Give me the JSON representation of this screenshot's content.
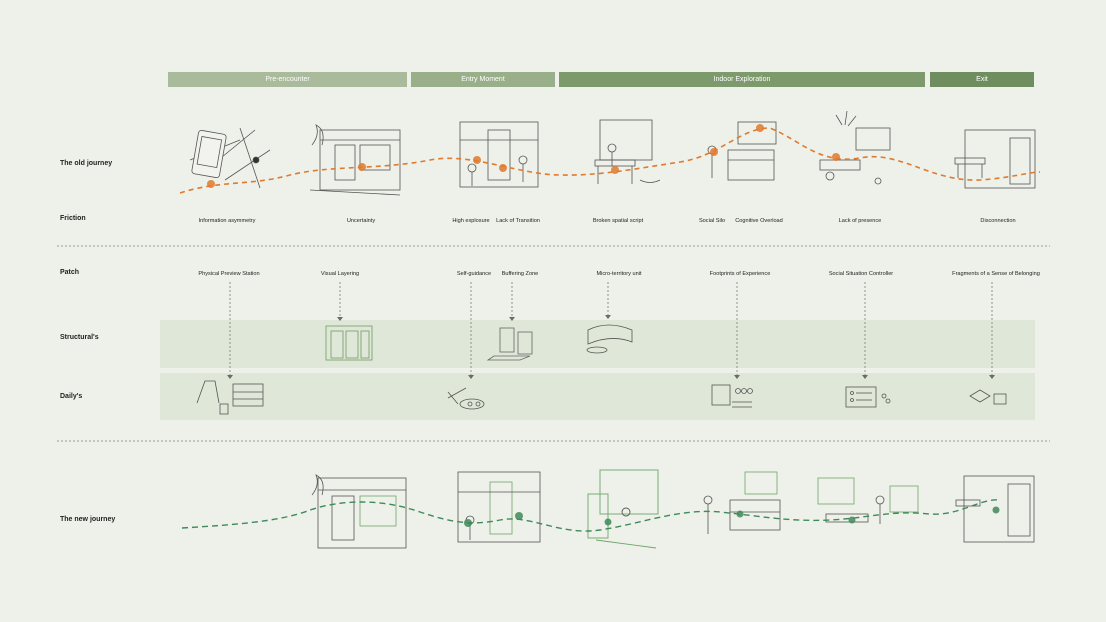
{
  "phases": [
    {
      "label": "Pre-encounter",
      "color": "#a9bb9a"
    },
    {
      "label": "Entry Moment",
      "color": "#98af89"
    },
    {
      "label": "Indoor Exploration",
      "color": "#7c9a6b"
    },
    {
      "label": "Exit",
      "color": "#6f8e60"
    }
  ],
  "rows": {
    "old_journey": "The old journey",
    "friction": "Friction",
    "patch": "Patch",
    "structurals": "Structural's",
    "dailys": "Daily's",
    "new_journey": "The new journey"
  },
  "friction_labels": [
    "Information asymmetry",
    "Uncertainty",
    "High explosure",
    "Lack of Transition",
    "Broken spatial script",
    "Social Silo",
    "Cognitive Overload",
    "Lack of presence",
    "Disconnection"
  ],
  "patch_labels": [
    "Physical Preview Station",
    "Visual Layering",
    "Self-guidance",
    "Buffering Zone",
    "Micro-territory unit",
    "Footprints of Experience",
    "Social Situation Controller",
    "Fragments of a Sense of Belonging"
  ],
  "colors": {
    "background": "#eef1e9",
    "friction_accent": "#e07a2e",
    "new_journey_accent": "#3f8a5a",
    "band": "#dfe8d8",
    "sketch": "#555555"
  }
}
